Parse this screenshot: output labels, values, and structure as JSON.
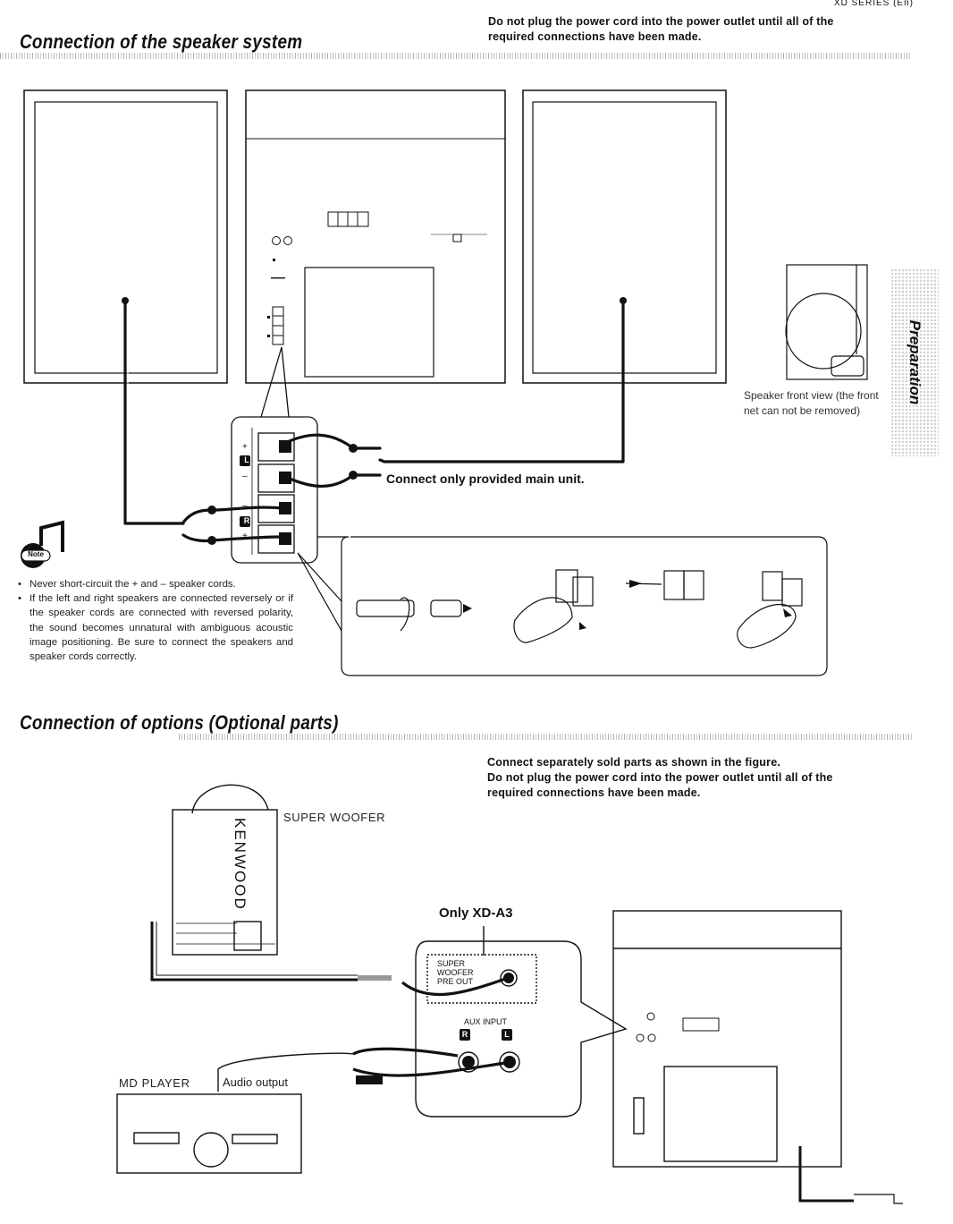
{
  "header": {
    "series_tag": "XD SERIES (En)",
    "warning_line1": "Do not plug the power cord into the power outlet until all of the",
    "warning_line2": "required connections have been made."
  },
  "section1": {
    "title": "Connection of  the speaker system"
  },
  "side_tab": {
    "label": "Preparation"
  },
  "speaker_view": {
    "caption_line1": "Speaker front view (the front",
    "caption_line2": "net can not be removed)"
  },
  "callout_main_unit": "Connect only provided main unit.",
  "note": {
    "icon_label": "Note",
    "item1": "Never short-circuit the + and – speaker cords.",
    "item2": "If the left and right speakers are connected reversely or if the speaker cords are connected with reversed polarity, the sound becomes unnatural with ambiguous acoustic image positioning. Be sure to connect the speakers and speaker cords correctly."
  },
  "terminal_labels": {
    "plus": "+",
    "minus": "–",
    "left": "L",
    "right": "R"
  },
  "section2": {
    "title": "Connection of options (Optional parts)",
    "line1": "Connect separately sold parts as shown in the figure.",
    "line2": "Do not plug the power cord into the power outlet until all of the",
    "line3": "required connections have been made."
  },
  "woofer": {
    "label": "SUPER WOOFER",
    "brand": "KENWOOD"
  },
  "only_model": "Only XD-A3",
  "jack_panel": {
    "pre_out_line1": "SUPER",
    "pre_out_line2": "WOOFER",
    "pre_out_line3": "PRE OUT",
    "aux_input": "AUX INPUT",
    "right": "R",
    "left": "L"
  },
  "md_player": {
    "label": "MD PLAYER",
    "output_label": "Audio output"
  }
}
